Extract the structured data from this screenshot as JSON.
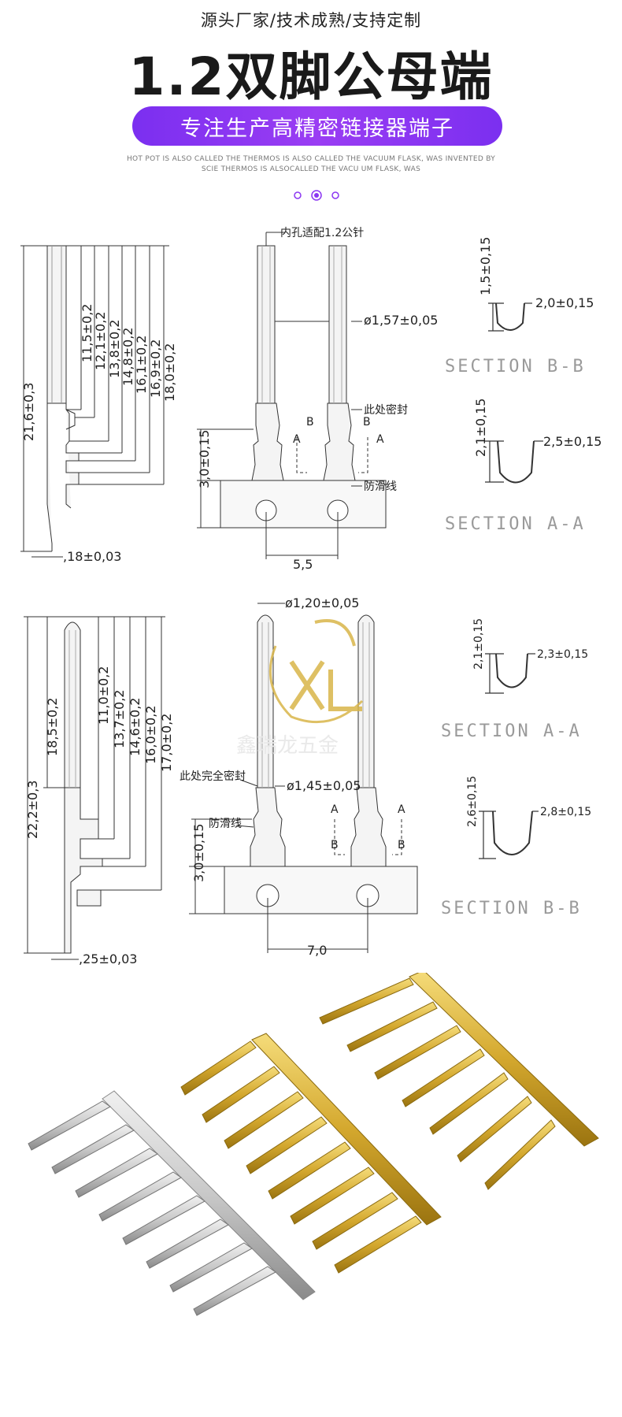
{
  "header": {
    "subtitle": "源头厂家/技术成熟/支持定制",
    "title": "1.2双脚公母端",
    "banner": "专注生产高精密链接器端子",
    "en_line1": "HOT POT IS ALSO CALLED THE THERMOS IS ALSO CALLED THE VACUUM FLASK, WAS INVENTED BY",
    "en_line2": "SCIE THERMOS IS ALSOCALLED THE VACU  UM FLASK, WAS"
  },
  "colors": {
    "accent": "#8b36f2",
    "gold": "#c9a227",
    "brass": "#d8b34a"
  },
  "female_drawing": {
    "side_dims": [
      "11,5±0,2",
      "12,1±0,2",
      "13,8±0,2",
      "14,8±0,2",
      "16,1±0,2",
      "16,9±0,2",
      "18,0±0,2"
    ],
    "total_length": "21,6±0,3",
    "thickness": ",18±0,03",
    "label_pin": "内孔适配1.2公针",
    "diameter": "ø1,57±0,05",
    "label_seal": "此处密封",
    "label_antislip": "防滑线",
    "height": "3,0±0,15",
    "pitch": "5,5",
    "mark_a": "A",
    "mark_b": "B",
    "section_bb": {
      "h": "1,5±0,15",
      "w": "2,0±0,15",
      "label": "SECTION B-B"
    },
    "section_aa": {
      "h": "2,1±0,15",
      "w": "2,5±0,15",
      "label": "SECTION A-A"
    }
  },
  "male_drawing": {
    "side_dims": [
      "11,0±0,2",
      "13,7±0,2",
      "14,6±0,2",
      "16,0±0,2",
      "17,0±0,2"
    ],
    "pin_length": "18,5±0,2",
    "total_length": "22,2±0,3",
    "thickness": ",25±0,03",
    "tip_diameter": "ø1,20±0,05",
    "label_seal": "此处完全密封",
    "seal_diameter": "ø1,45±0,05",
    "label_antislip": "防滑线",
    "height": "3,0±0,15",
    "pitch": "7,0",
    "mark_a": "A",
    "mark_b": "B",
    "section_aa": {
      "h": "2,1±0,15",
      "w": "2,3±0,15",
      "label": "SECTION A-A"
    },
    "section_bb": {
      "h": "2,6±0,15",
      "w": "2,8±0,15",
      "label": "SECTION B-B"
    }
  },
  "watermark": {
    "text": "鑫瑞龙五金"
  }
}
